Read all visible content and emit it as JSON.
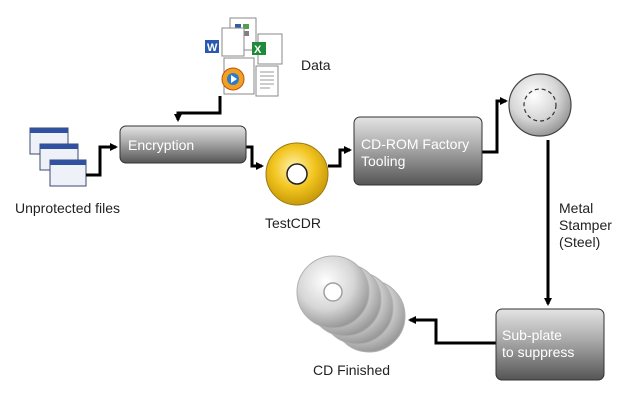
{
  "diagram": {
    "nodes": {
      "data": "Data",
      "encryption": "Encryption",
      "cdrom_line1": "CD-ROM Factory",
      "cdrom_line2": "Tooling",
      "unprotected": "Unprotected files",
      "testcdr": "TestCDR",
      "metal_line1": "Metal",
      "metal_line2": "Stamper",
      "metal_line3": "(Steel)",
      "subplate_line1": "Sub-plate",
      "subplate_line2": "to suppress",
      "cd_finished": "CD Finished"
    },
    "icons": {
      "data_files": "office-documents-icon",
      "unprotected_files": "window-stack-icon",
      "test_cdr": "gold-disc-icon",
      "metal_stamper": "steel-disc-icon",
      "cd_finished": "silver-disc-stack-icon"
    },
    "colors": {
      "box_dark": "#5a5a5a",
      "box_light": "#e0e0e0",
      "arrow": "#000000",
      "gold": "#f0c020"
    }
  }
}
